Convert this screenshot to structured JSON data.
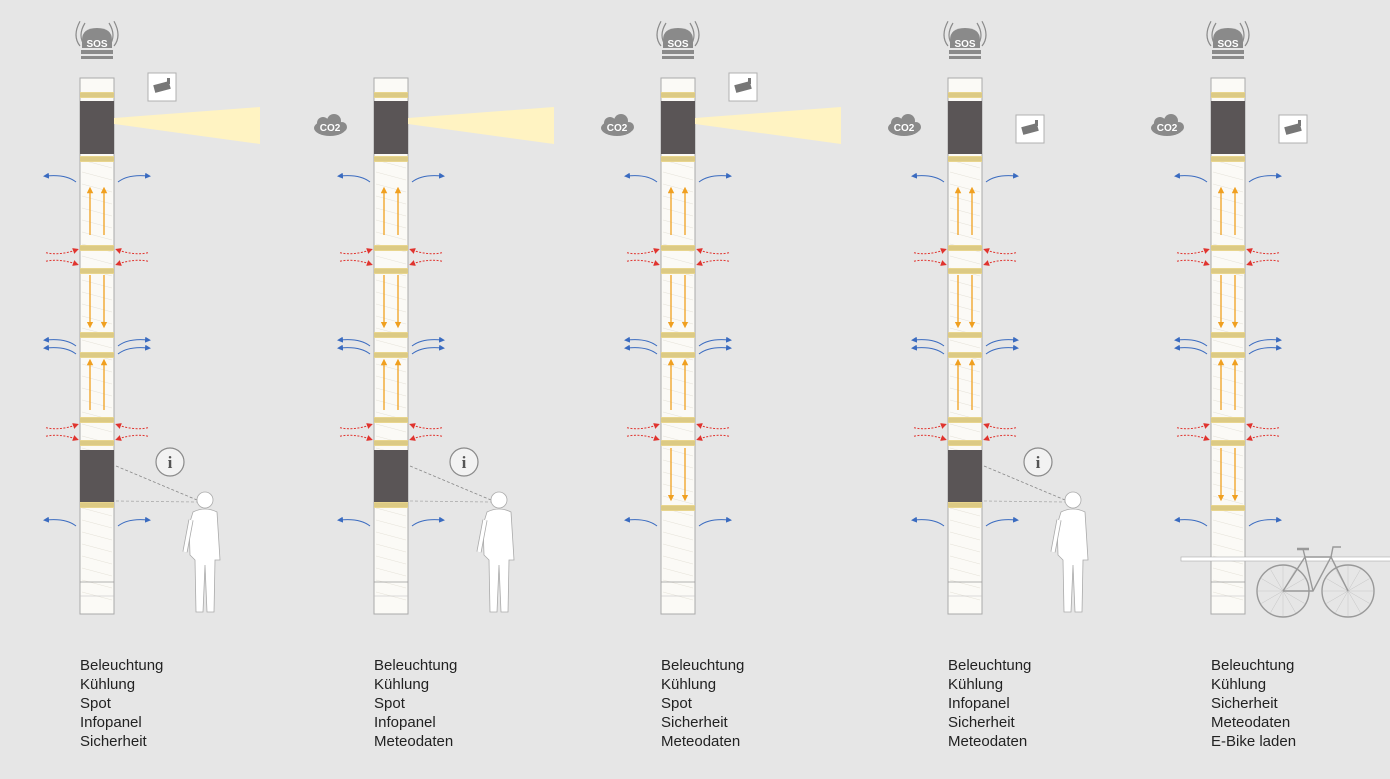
{
  "icons": {
    "sos_text": "SOS",
    "co2_text": "CO2",
    "info_text": "i",
    "pole": "pole-icon",
    "siren": "sos-siren-icon",
    "camera": "camera-icon",
    "cloud": "co2-cloud-icon",
    "info": "info-icon",
    "person": "person-icon",
    "bicycle": "bicycle-icon"
  },
  "colors": {
    "background": "#e6e6e6",
    "pole": "#fbfaf6",
    "panel": "#5a5556",
    "band": "#e8d58e",
    "arrow_orange": "#f0a020",
    "arrow_red": "#e0342f",
    "arrow_blue": "#3a6bc0",
    "spotlight": "#fff3c2",
    "icon_grey": "#8a8a8a"
  },
  "poles": [
    {
      "features": [
        "Beleuchtung",
        "Kühlung",
        "Spot",
        "Infopanel",
        "Sicherheit"
      ],
      "sos": true,
      "camera": true,
      "spotlight": true,
      "co2": false,
      "infopanel": true,
      "person": true,
      "bike": false
    },
    {
      "features": [
        "Beleuchtung",
        "Kühlung",
        "Spot",
        "Infopanel",
        "Meteodaten"
      ],
      "sos": false,
      "camera": false,
      "spotlight": true,
      "co2": true,
      "infopanel": true,
      "person": true,
      "bike": false
    },
    {
      "features": [
        "Beleuchtung",
        "Kühlung",
        "Spot",
        "Sicherheit",
        "Meteodaten"
      ],
      "sos": true,
      "camera": true,
      "spotlight": true,
      "co2": true,
      "infopanel": false,
      "person": false,
      "bike": false
    },
    {
      "features": [
        "Beleuchtung",
        "Kühlung",
        "Infopanel",
        "Sicherheit",
        "Meteodaten"
      ],
      "sos": true,
      "camera": true,
      "spotlight": false,
      "co2": true,
      "infopanel": true,
      "person": true,
      "bike": false
    },
    {
      "features": [
        "Beleuchtung",
        "Kühlung",
        "Sicherheit",
        "Meteodaten",
        "E-Bike laden"
      ],
      "sos": true,
      "camera": true,
      "spotlight": false,
      "co2": true,
      "infopanel": false,
      "person": false,
      "bike": true
    }
  ]
}
